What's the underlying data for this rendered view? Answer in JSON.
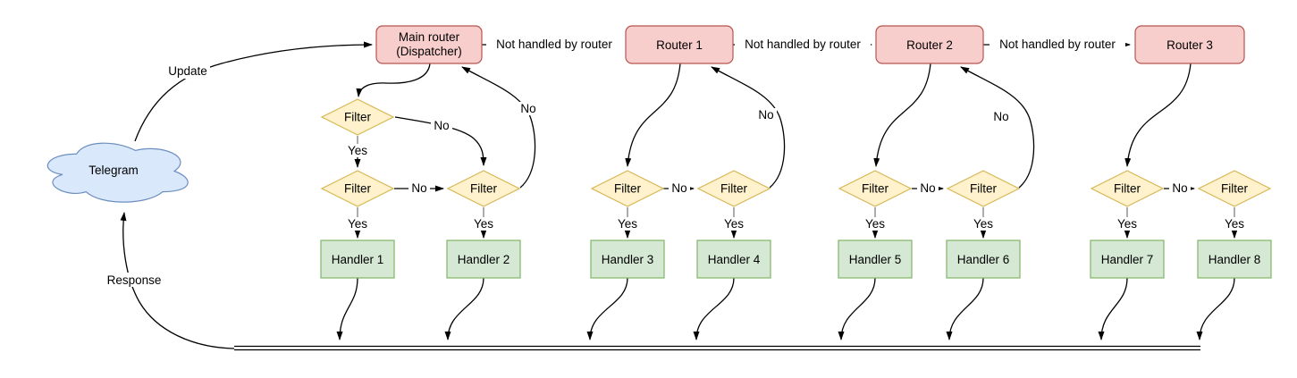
{
  "diagram": {
    "cloud": {
      "label": "Telegram"
    },
    "nodes": {
      "dispatcher_line1": "Main router",
      "dispatcher_line2": "(Dispatcher)",
      "router1": "Router 1",
      "router2": "Router 2",
      "router3": "Router 3",
      "filter": "Filter",
      "handlers": [
        "Handler 1",
        "Handler 2",
        "Handler 3",
        "Handler 4",
        "Handler 5",
        "Handler 6",
        "Handler 7",
        "Handler 8"
      ]
    },
    "edge_labels": {
      "update": "Update",
      "response": "Response",
      "not_handled": "Not handled by router",
      "yes": "Yes",
      "no": "No"
    },
    "colors": {
      "router_fill": "#f8cecc",
      "router_stroke": "#b85450",
      "filter_fill": "#fff2cc",
      "filter_stroke": "#d6b656",
      "handler_fill": "#d5e8d4",
      "handler_stroke": "#82b366",
      "cloud_fill": "#dae8fc",
      "cloud_stroke": "#6c8ebf",
      "edge_color": "#000000",
      "stub_color": "#808080",
      "background": "#ffffff"
    }
  }
}
